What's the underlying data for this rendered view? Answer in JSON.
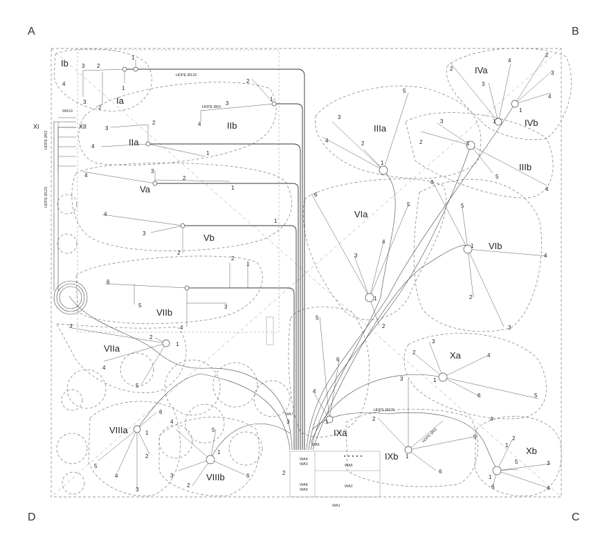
{
  "corners": {
    "a": "A",
    "b": "B",
    "c": "C",
    "d": "D"
  },
  "zones": {
    "ia": "Ia",
    "ib": "Ib",
    "iia": "IIa",
    "iib": "IIb",
    "iiia": "IIIa",
    "iiib": "IIIb",
    "iva": "IVa",
    "ivb": "IVb",
    "va": "Va",
    "vb": "Vb",
    "via": "VIa",
    "vib": "VIb",
    "viia": "VIIa",
    "viib": "VIIb",
    "viiia": "VIIIa",
    "viiib": "VIIIb",
    "ixa": "IXa",
    "ixb": "IXb",
    "xa": "Xa",
    "xb": "Xb",
    "xi": "XI",
    "xii": "XII"
  },
  "pipe_labels": {
    "hdpe126": "HDPE Ø126",
    "hdpe63_top": "HDPE Ø63",
    "hdpe63_left": "HDPE Ø63",
    "hdpe125_left": "HDPE Ø125",
    "hdpe125_right": "HDPE Ø125",
    "hdpe63_right": "HDPE Ø63"
  },
  "wells": {
    "wa1": "WA1",
    "wa2": "WA2",
    "wa3": "WA3",
    "wa4": "WA4",
    "wa5": "WA5",
    "wa6": "WA6",
    "wa7": "WA7",
    "wa8": "WA8",
    "wa9": "WA9",
    "wa10": "WA10"
  },
  "colors": {
    "line": "#333333",
    "dashed": "#777777",
    "background": "#ffffff"
  }
}
